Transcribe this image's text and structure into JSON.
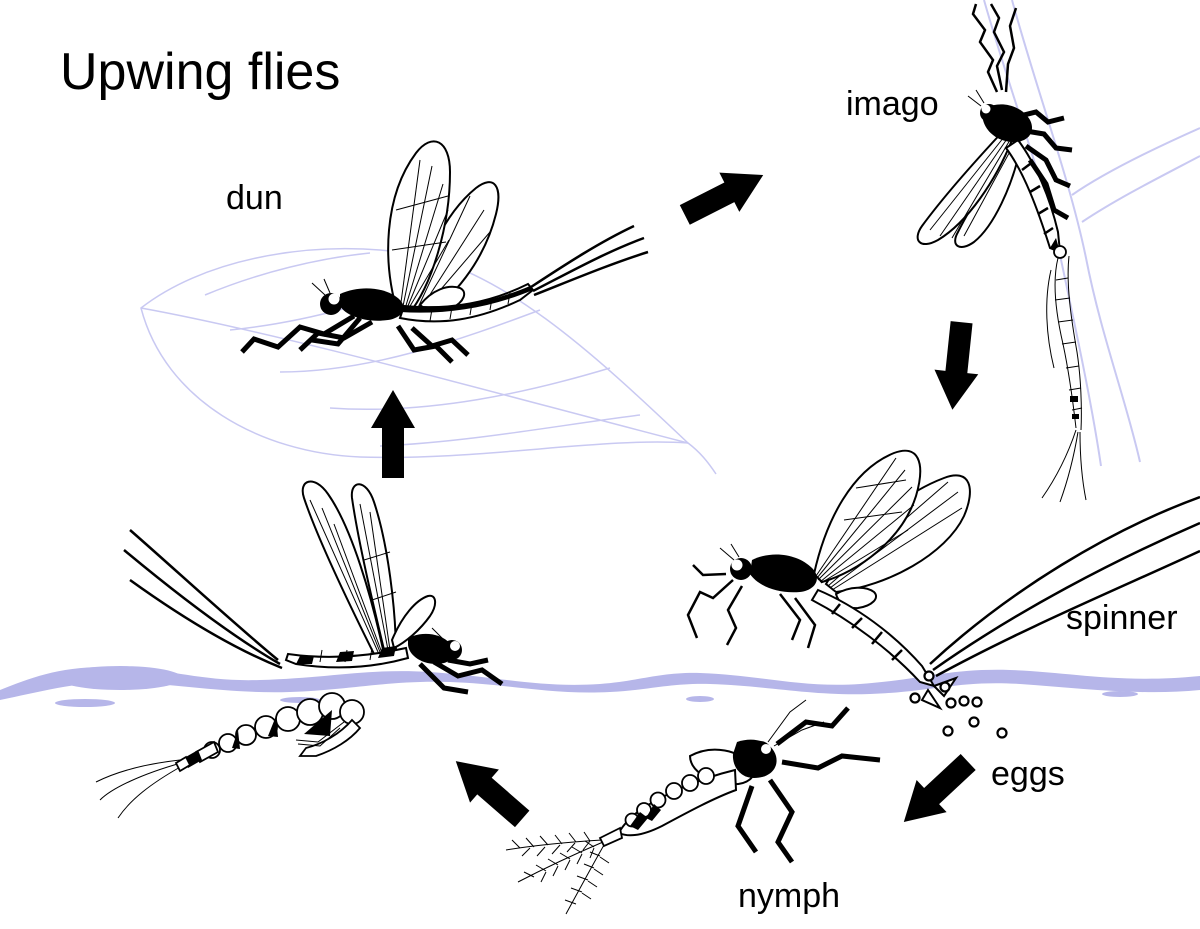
{
  "title": "Upwing flies",
  "stages": {
    "dun": "dun",
    "imago": "imago",
    "spinner": "spinner",
    "eggs": "eggs",
    "nymph": "nymph"
  },
  "arrows": [
    {
      "from": "dun",
      "to": "imago",
      "direction": "up-right"
    },
    {
      "from": "imago",
      "to": "spinner",
      "direction": "down"
    },
    {
      "from": "eggs",
      "to": "nymph",
      "direction": "down-left"
    },
    {
      "from": "nymph",
      "to": "emerging dun",
      "direction": "up-left"
    },
    {
      "from": "emerging dun",
      "to": "dun",
      "direction": "up"
    }
  ],
  "egg_dot_count": 9,
  "colors": {
    "ink": "#000000",
    "water": "#b6b6e9",
    "plant": "#c9c9f2",
    "background": "#ffffff"
  }
}
